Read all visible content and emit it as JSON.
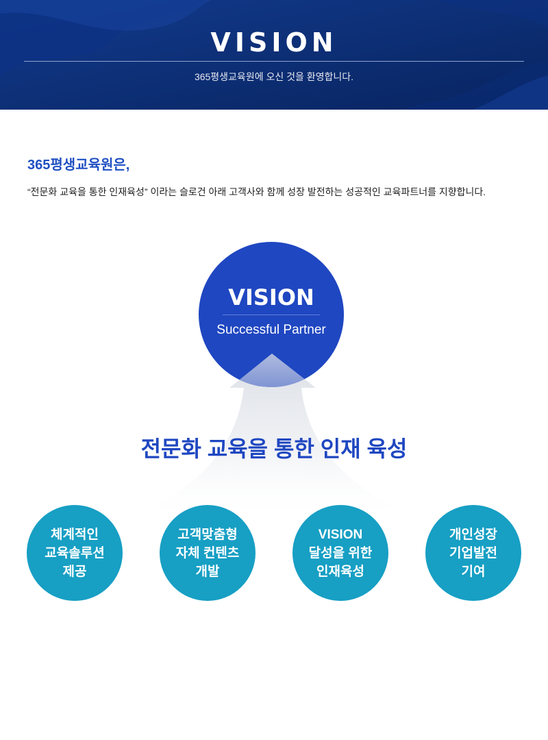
{
  "hero": {
    "title": "VISION",
    "subtitle": "365평생교육원에 오신 것을 환영합니다."
  },
  "intro": {
    "title": "365평생교육원은,",
    "text": "“전문화 교육을 통한 인재육성” 이라는 슬로건 아래 고객사와 함께 성장 발전하는 성공적인 교육파트너를 지향합니다."
  },
  "diagram": {
    "vision_title": "VISION",
    "vision_subtitle": "Successful Partner",
    "slogan": "전문화 교육을 통한 인재 육성",
    "values": [
      {
        "label": "체계적인\n교육솔루션\n제공"
      },
      {
        "label": "고객맞춤형\n자체 컨텐츠\n개발"
      },
      {
        "label": "VISION\n달성을 위한\n인재육성"
      },
      {
        "label": "개인성장\n기업발전\n기여"
      }
    ]
  },
  "colors": {
    "hero_bg": "#0a2d7a",
    "accent_blue": "#1f47c1",
    "value_teal": "#179fc4"
  }
}
